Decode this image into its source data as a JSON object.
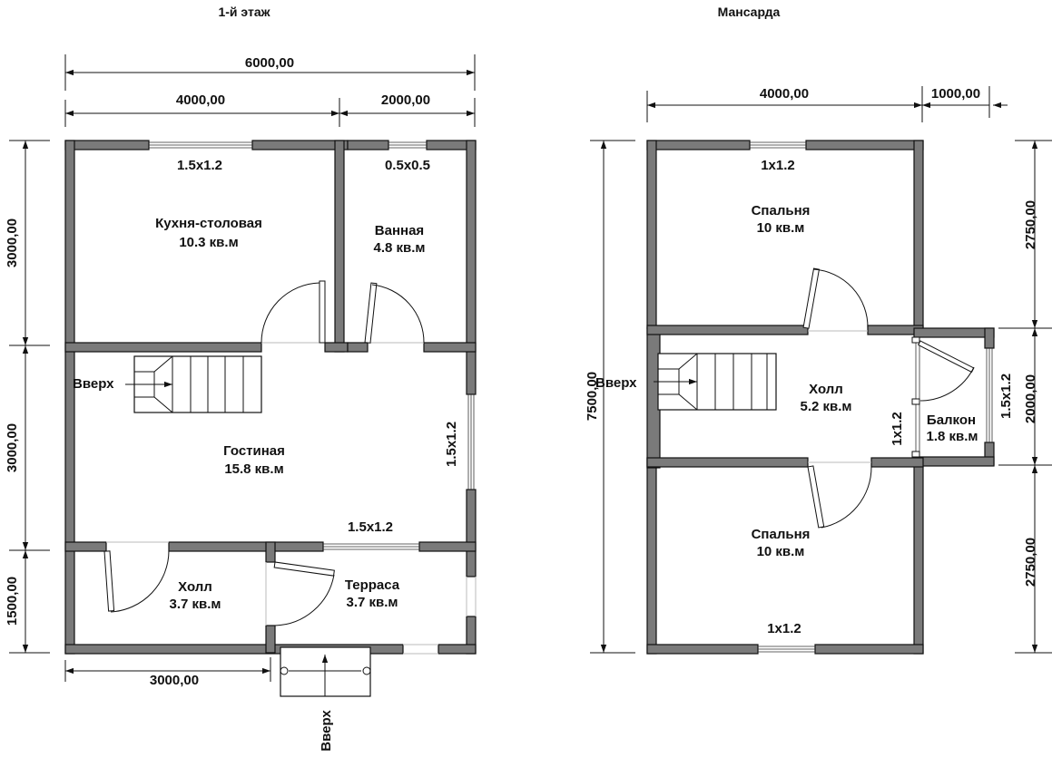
{
  "floor1": {
    "title": "1-й этаж",
    "dims": {
      "total_width": "6000,00",
      "left_width": "4000,00",
      "right_width": "2000,00",
      "bottom_width": "3000,00",
      "left_top": "3000,00",
      "left_middle": "3000,00",
      "left_bottom": "1500,00"
    },
    "rooms": {
      "kitchen_name": "Кухня-столовая",
      "kitchen_area": "10.3 кв.м",
      "bath_name": "Ванная",
      "bath_area": "4.8 кв.м",
      "living_name": "Гостиная",
      "living_area": "15.8 кв.м",
      "hall_name": "Холл",
      "hall_area": "3.7 кв.м",
      "terrace_name": "Терраса",
      "terrace_area": "3.7 кв.м"
    },
    "windows": {
      "kitchen": "1.5х1.2",
      "bath": "0.5х0.5",
      "living_right": "1.5х1.2",
      "living_bottom": "1.5х1.2"
    },
    "stairs_label": "Вверх",
    "porch_label": "Вверх"
  },
  "floor2": {
    "title": "Мансарда",
    "dims": {
      "main_width": "4000,00",
      "balcony_width": "1000,00",
      "total_height": "7500,00",
      "right_top": "2750,00",
      "right_middle": "2000,00",
      "right_bottom": "2750,00"
    },
    "rooms": {
      "bed1_name": "Спальня",
      "bed1_area": "10 кв.м",
      "hall_name": "Холл",
      "hall_area": "5.2 кв.м",
      "balcony_name": "Балкон",
      "balcony_area": "1.8 кв.м",
      "bed2_name": "Спальня",
      "bed2_area": "10 кв.м"
    },
    "windows": {
      "bed1": "1х1.2",
      "balcony_door": "1х1.2",
      "balcony_side": "1.5х1.2",
      "bed2": "1х1.2"
    },
    "stairs_label": "Вверх"
  }
}
